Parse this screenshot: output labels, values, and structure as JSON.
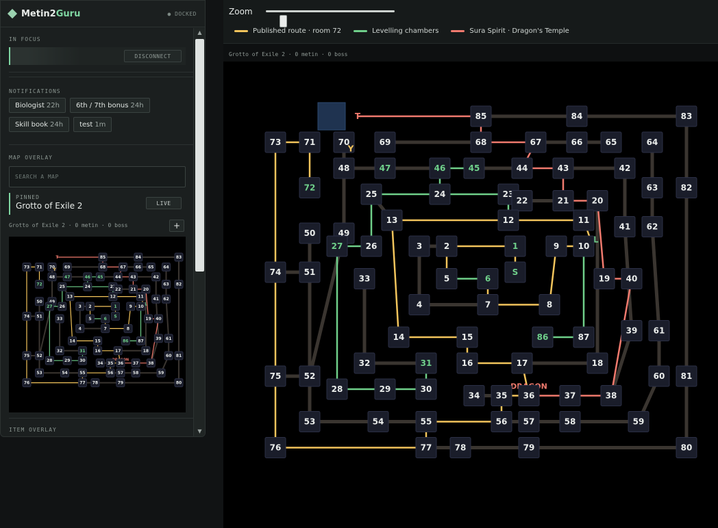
{
  "app": {
    "brand_prefix": "Metin2",
    "brand_suffix": "Guru",
    "status": "● DOCKED"
  },
  "focus": {
    "label": "IN FOCUS",
    "disconnect": "DISCONNECT"
  },
  "notifications": {
    "label": "NOTIFICATIONS",
    "chips": [
      {
        "name": "Biologist",
        "time": "22h"
      },
      {
        "name": "6th / 7th bonus",
        "time": "24h"
      },
      {
        "name": "Skill book",
        "time": "24h"
      },
      {
        "name": "test",
        "time": "1m"
      }
    ]
  },
  "map_overlay": {
    "label": "MAP OVERLAY",
    "search_placeholder": "SEARCH A MAP",
    "pinned_label": "PINNED",
    "pinned_name": "Grotto of Exile 2",
    "live": "LIVE",
    "info": "Grotto of Exile 2 · 0 metin · 0 boss",
    "add": "+"
  },
  "item_overlay": {
    "label": "ITEM OVERLAY"
  },
  "toolbar": {
    "zoom_label": "Zoom",
    "zoom_level": 0.14
  },
  "legend": [
    {
      "label": "Published route · room 72",
      "color": "#f2c45c"
    },
    {
      "label": "Levelling chambers",
      "color": "#6fcf8a"
    },
    {
      "label": "Sura Spirit · Dragon's Temple",
      "color": "#f07a6e"
    }
  ],
  "map": {
    "info": "Grotto of Exile 2 · 0 metin · 0 boss",
    "colors": {
      "route": "#f2c45c",
      "level": "#6fcf8a",
      "sura": "#f07a6e",
      "room": "#e9ecea",
      "corridor": "#3a3530"
    },
    "rooms": [
      {
        "id": "T",
        "c": 12,
        "r": 0,
        "k": "sura"
      },
      {
        "id": "85",
        "c": 30,
        "r": 0
      },
      {
        "id": "84",
        "c": 44,
        "r": 0
      },
      {
        "id": "83",
        "c": 60,
        "r": 0
      },
      {
        "id": "73",
        "c": 0,
        "r": 4
      },
      {
        "id": "71",
        "c": 5,
        "r": 4
      },
      {
        "id": "70",
        "c": 10,
        "r": 4
      },
      {
        "id": "Y",
        "c": 11,
        "r": 5,
        "k": "route"
      },
      {
        "id": "69",
        "c": 16,
        "r": 4
      },
      {
        "id": "68",
        "c": 30,
        "r": 4
      },
      {
        "id": "67",
        "c": 38,
        "r": 4
      },
      {
        "id": "66",
        "c": 44,
        "r": 4
      },
      {
        "id": "65",
        "c": 49,
        "r": 4
      },
      {
        "id": "64",
        "c": 55,
        "r": 4
      },
      {
        "id": "48",
        "c": 10,
        "r": 8
      },
      {
        "id": "47",
        "c": 16,
        "r": 8,
        "k": "level"
      },
      {
        "id": "46",
        "c": 24,
        "r": 8,
        "k": "level"
      },
      {
        "id": "45",
        "c": 29,
        "r": 8,
        "k": "level"
      },
      {
        "id": "44",
        "c": 36,
        "r": 8
      },
      {
        "id": "43",
        "c": 42,
        "r": 8
      },
      {
        "id": "42",
        "c": 51,
        "r": 8
      },
      {
        "id": "72",
        "c": 5,
        "r": 11,
        "k": "level"
      },
      {
        "id": "63",
        "c": 55,
        "r": 11
      },
      {
        "id": "82",
        "c": 60,
        "r": 11
      },
      {
        "id": "25",
        "c": 14,
        "r": 12
      },
      {
        "id": "24",
        "c": 24,
        "r": 12
      },
      {
        "id": "23",
        "c": 34,
        "r": 12
      },
      {
        "id": "22",
        "c": 36,
        "r": 13
      },
      {
        "id": "21",
        "c": 42,
        "r": 13
      },
      {
        "id": "20",
        "c": 47,
        "r": 13
      },
      {
        "id": "13",
        "c": 17,
        "r": 16
      },
      {
        "id": "12",
        "c": 34,
        "r": 16
      },
      {
        "id": "11",
        "c": 45,
        "r": 16
      },
      {
        "id": "50",
        "c": 5,
        "r": 18
      },
      {
        "id": "49",
        "c": 10,
        "r": 18
      },
      {
        "id": "41",
        "c": 51,
        "r": 17
      },
      {
        "id": "62",
        "c": 55,
        "r": 17
      },
      {
        "id": "LVL",
        "c": 46,
        "r": 19,
        "k": "level"
      },
      {
        "id": "27",
        "c": 9,
        "r": 20,
        "k": "level"
      },
      {
        "id": "26",
        "c": 14,
        "r": 20
      },
      {
        "id": "3",
        "c": 21,
        "r": 20
      },
      {
        "id": "2",
        "c": 25,
        "r": 20
      },
      {
        "id": "1",
        "c": 35,
        "r": 20,
        "k": "level"
      },
      {
        "id": "9",
        "c": 41,
        "r": 20
      },
      {
        "id": "10",
        "c": 45,
        "r": 20
      },
      {
        "id": "74",
        "c": 0,
        "r": 24
      },
      {
        "id": "51",
        "c": 5,
        "r": 24
      },
      {
        "id": "33",
        "c": 13,
        "r": 25
      },
      {
        "id": "5",
        "c": 25,
        "r": 25
      },
      {
        "id": "6",
        "c": 31,
        "r": 25,
        "k": "level"
      },
      {
        "id": "S",
        "c": 35,
        "r": 24,
        "k": "level"
      },
      {
        "id": "19",
        "c": 48,
        "r": 25
      },
      {
        "id": "40",
        "c": 52,
        "r": 25
      },
      {
        "id": "4",
        "c": 21,
        "r": 29
      },
      {
        "id": "7",
        "c": 31,
        "r": 29
      },
      {
        "id": "8",
        "c": 40,
        "r": 29
      },
      {
        "id": "39",
        "c": 52,
        "r": 33
      },
      {
        "id": "61",
        "c": 56,
        "r": 33
      },
      {
        "id": "14",
        "c": 18,
        "r": 34
      },
      {
        "id": "15",
        "c": 28,
        "r": 34
      },
      {
        "id": "86",
        "c": 39,
        "r": 34,
        "k": "level"
      },
      {
        "id": "87",
        "c": 45,
        "r": 34
      },
      {
        "id": "32",
        "c": 13,
        "r": 38
      },
      {
        "id": "31",
        "c": 22,
        "r": 38,
        "k": "level"
      },
      {
        "id": "16",
        "c": 28,
        "r": 38
      },
      {
        "id": "17",
        "c": 36,
        "r": 38
      },
      {
        "id": "18",
        "c": 47,
        "r": 38
      },
      {
        "id": "75",
        "c": 0,
        "r": 40
      },
      {
        "id": "52",
        "c": 5,
        "r": 40
      },
      {
        "id": "60",
        "c": 56,
        "r": 40
      },
      {
        "id": "81",
        "c": 60,
        "r": 40
      },
      {
        "id": "DRAGON",
        "c": 37,
        "r": 41.5,
        "k": "sura"
      },
      {
        "id": "28",
        "c": 9,
        "r": 42
      },
      {
        "id": "29",
        "c": 16,
        "r": 42
      },
      {
        "id": "30",
        "c": 22,
        "r": 42
      },
      {
        "id": "34",
        "c": 29,
        "r": 43
      },
      {
        "id": "35",
        "c": 33,
        "r": 43
      },
      {
        "id": "36",
        "c": 37,
        "r": 43
      },
      {
        "id": "37",
        "c": 43,
        "r": 43
      },
      {
        "id": "38",
        "c": 49,
        "r": 43
      },
      {
        "id": "53",
        "c": 5,
        "r": 47
      },
      {
        "id": "54",
        "c": 15,
        "r": 47
      },
      {
        "id": "55",
        "c": 22,
        "r": 47
      },
      {
        "id": "56",
        "c": 33,
        "r": 47
      },
      {
        "id": "57",
        "c": 37,
        "r": 47
      },
      {
        "id": "58",
        "c": 43,
        "r": 47
      },
      {
        "id": "59",
        "c": 53,
        "r": 47
      },
      {
        "id": "76",
        "c": 0,
        "r": 51
      },
      {
        "id": "77",
        "c": 22,
        "r": 51
      },
      {
        "id": "78",
        "c": 27,
        "r": 51
      },
      {
        "id": "79",
        "c": 37,
        "r": 51
      },
      {
        "id": "80",
        "c": 60,
        "r": 51
      }
    ],
    "paths": [
      {
        "k": "route",
        "pts": [
          "73",
          "71"
        ]
      },
      {
        "k": "route",
        "pts": [
          "71",
          "72"
        ]
      },
      {
        "k": "route",
        "pts": [
          "73",
          "74",
          "75",
          "76"
        ]
      },
      {
        "k": "route",
        "pts": [
          "76",
          "77"
        ]
      },
      {
        "k": "route",
        "pts": [
          "55",
          "77"
        ]
      },
      {
        "k": "route",
        "pts": [
          "56",
          "55"
        ]
      },
      {
        "k": "route",
        "pts": [
          "35",
          "56"
        ]
      },
      {
        "k": "route",
        "pts": [
          "36",
          "35"
        ]
      },
      {
        "k": "route",
        "pts": [
          "17",
          "36"
        ]
      },
      {
        "k": "route",
        "pts": [
          "16",
          "17"
        ]
      },
      {
        "k": "route",
        "pts": [
          "15",
          "16"
        ]
      },
      {
        "k": "route",
        "pts": [
          "14",
          "15"
        ]
      },
      {
        "k": "route",
        "pts": [
          "13",
          "14"
        ]
      },
      {
        "k": "route",
        "pts": [
          "12",
          "13"
        ]
      },
      {
        "k": "route",
        "pts": [
          "11",
          "12"
        ]
      },
      {
        "k": "route",
        "pts": [
          "11",
          "LVL"
        ]
      },
      {
        "k": "route",
        "pts": [
          "1",
          "2"
        ]
      },
      {
        "k": "route",
        "pts": [
          "2",
          "5"
        ]
      },
      {
        "k": "route",
        "pts": [
          "7",
          "8"
        ]
      },
      {
        "k": "route",
        "pts": [
          "8",
          "9"
        ]
      },
      {
        "k": "route",
        "pts": [
          "9",
          "10"
        ]
      },
      {
        "k": "route",
        "pts": [
          "S",
          "1"
        ]
      },
      {
        "k": "route",
        "pts": [
          "6",
          "7"
        ]
      },
      {
        "k": "level",
        "pts": [
          "24",
          "46"
        ]
      },
      {
        "k": "level",
        "pts": [
          "46",
          "45"
        ]
      },
      {
        "k": "level",
        "pts": [
          "25",
          "24"
        ]
      },
      {
        "k": "level",
        "pts": [
          "24",
          "23"
        ]
      },
      {
        "k": "level",
        "pts": [
          "12",
          "23"
        ]
      },
      {
        "k": "level",
        "pts": [
          "25",
          "26"
        ]
      },
      {
        "k": "level",
        "pts": [
          "26",
          "27"
        ]
      },
      {
        "k": "level",
        "pts": [
          "27",
          "28"
        ]
      },
      {
        "k": "level",
        "pts": [
          "28",
          "29",
          "30"
        ]
      },
      {
        "k": "level",
        "pts": [
          "30",
          "31"
        ]
      },
      {
        "k": "level",
        "pts": [
          "5",
          "6"
        ]
      },
      {
        "k": "level",
        "pts": [
          "10",
          "87"
        ]
      },
      {
        "k": "level",
        "pts": [
          "87",
          "86"
        ]
      },
      {
        "k": "sura",
        "pts": [
          "85",
          "T"
        ]
      },
      {
        "k": "sura",
        "pts": [
          "68",
          "85"
        ]
      },
      {
        "k": "sura",
        "pts": [
          "67",
          "68"
        ]
      },
      {
        "k": "sura",
        "pts": [
          "44",
          "67"
        ]
      },
      {
        "k": "sura",
        "pts": [
          "43",
          "44"
        ]
      },
      {
        "k": "sura",
        "pts": [
          "21",
          "43"
        ]
      },
      {
        "k": "sura",
        "pts": [
          "20",
          "21"
        ]
      },
      {
        "k": "sura",
        "pts": [
          "19",
          "20"
        ]
      },
      {
        "k": "sura",
        "pts": [
          "40",
          "19"
        ]
      },
      {
        "k": "sura",
        "pts": [
          "40",
          "38"
        ]
      },
      {
        "k": "sura",
        "pts": [
          "38",
          "37"
        ]
      },
      {
        "k": "sura",
        "pts": [
          "37",
          "36"
        ]
      }
    ],
    "corridors": [
      [
        "85",
        "84"
      ],
      [
        "84",
        "83"
      ],
      [
        "83",
        "82"
      ],
      [
        "82",
        "81"
      ],
      [
        "81",
        "80"
      ],
      [
        "79",
        "80"
      ],
      [
        "77",
        "78"
      ],
      [
        "78",
        "79"
      ],
      [
        "69",
        "68"
      ],
      [
        "67",
        "66"
      ],
      [
        "66",
        "65"
      ],
      [
        "64",
        "63"
      ],
      [
        "63",
        "62"
      ],
      [
        "62",
        "61"
      ],
      [
        "61",
        "60"
      ],
      [
        "60",
        "59"
      ],
      [
        "48",
        "47"
      ],
      [
        "47",
        "46"
      ],
      [
        "45",
        "44"
      ],
      [
        "43",
        "42"
      ],
      [
        "42",
        "41"
      ],
      [
        "41",
        "39"
      ],
      [
        "39",
        "38"
      ],
      [
        "22",
        "21"
      ],
      [
        "70",
        "48"
      ],
      [
        "48",
        "49"
      ],
      [
        "49",
        "52"
      ],
      [
        "50",
        "51"
      ],
      [
        "51",
        "52"
      ],
      [
        "52",
        "53"
      ],
      [
        "53",
        "54"
      ],
      [
        "54",
        "55"
      ],
      [
        "56",
        "57"
      ],
      [
        "57",
        "58"
      ],
      [
        "58",
        "59"
      ],
      [
        "3",
        "2"
      ],
      [
        "3",
        "4"
      ],
      [
        "4",
        "7"
      ],
      [
        "33",
        "32"
      ],
      [
        "32",
        "31"
      ],
      [
        "17",
        "18"
      ],
      [
        "18",
        "20"
      ],
      [
        "75",
        "52"
      ],
      [
        "74",
        "51"
      ],
      [
        "13",
        "25"
      ],
      [
        "35",
        "34"
      ],
      [
        "55",
        "54"
      ]
    ]
  }
}
